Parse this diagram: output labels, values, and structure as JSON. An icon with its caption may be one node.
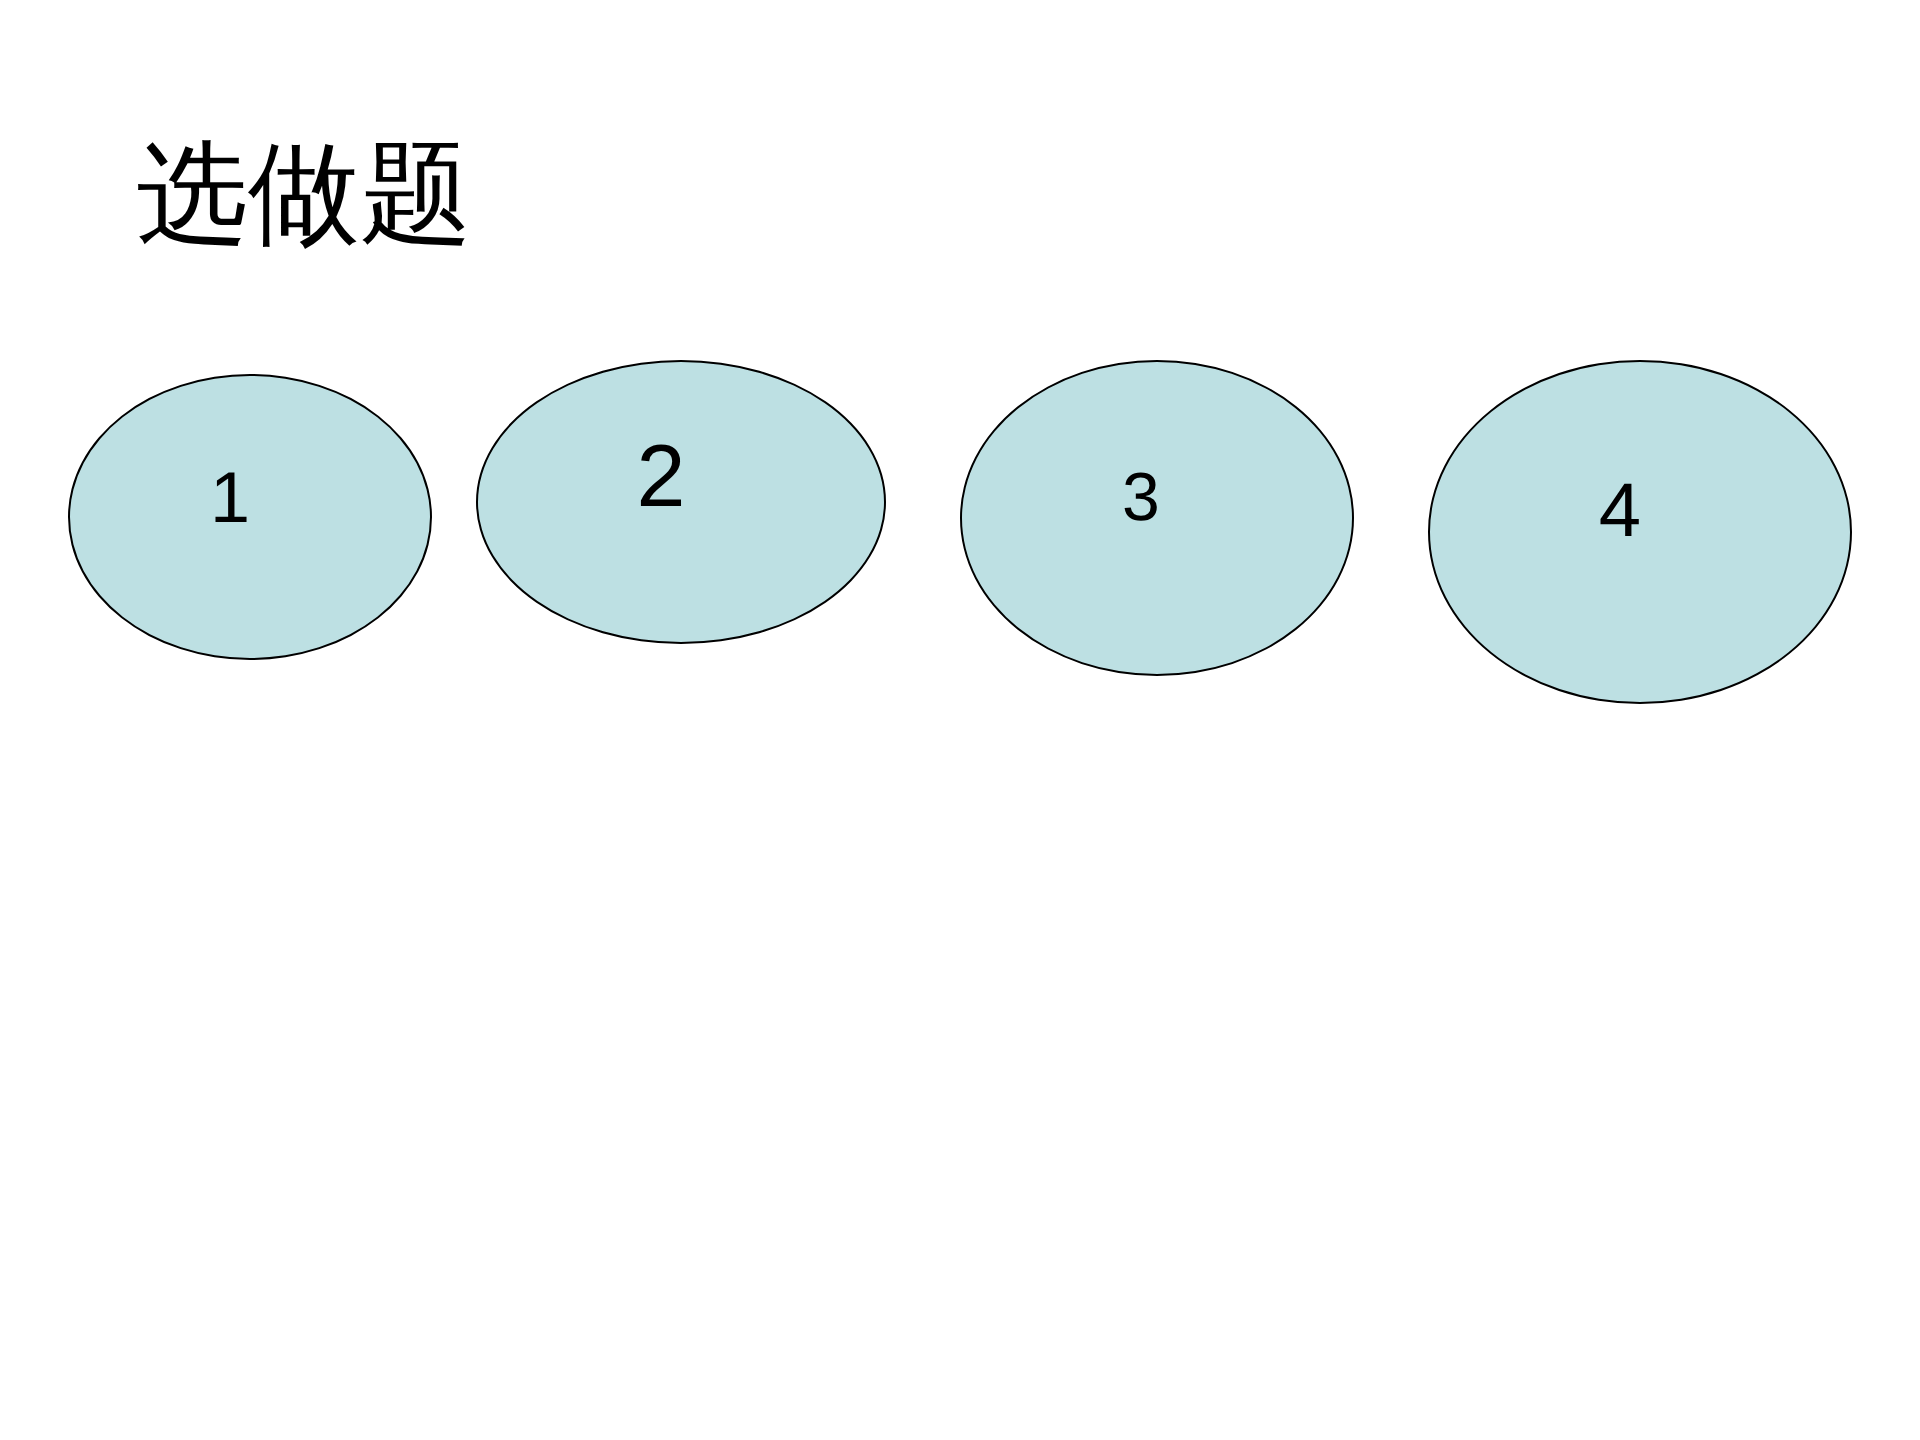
{
  "diagram": {
    "title": "选做题",
    "nodes": [
      {
        "text": [
          "1"
        ]
      },
      {
        "text": [
          "2"
        ]
      },
      {
        "text": [
          "3"
        ]
      },
      {
        "text": [
          "4"
        ]
      }
    ]
  }
}
